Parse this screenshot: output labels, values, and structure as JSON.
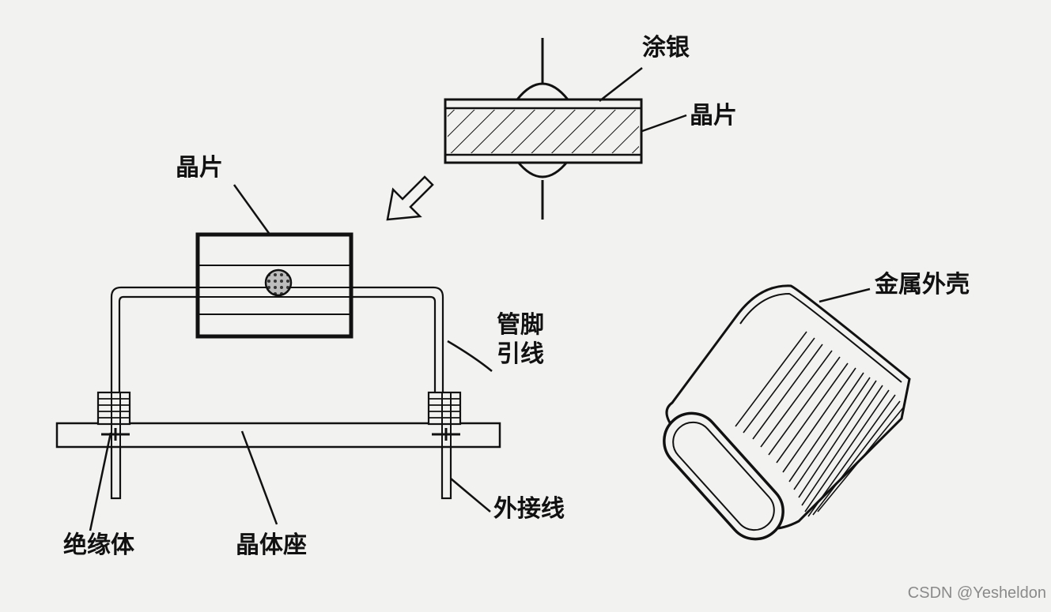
{
  "labels": {
    "silver_coating": "涂银",
    "wafer_top": "晶片",
    "wafer_main": "晶片",
    "pin_lead_line1": "管脚",
    "pin_lead_line2": "引线",
    "metal_shell": "金属外壳",
    "external_wire": "外接线",
    "insulator": "绝缘体",
    "crystal_base": "晶体座"
  },
  "watermark": "CSDN @Yesheldon",
  "colors": {
    "ink": "#111111",
    "paper": "#f2f2f0",
    "watermark": "#8a8a8a"
  }
}
